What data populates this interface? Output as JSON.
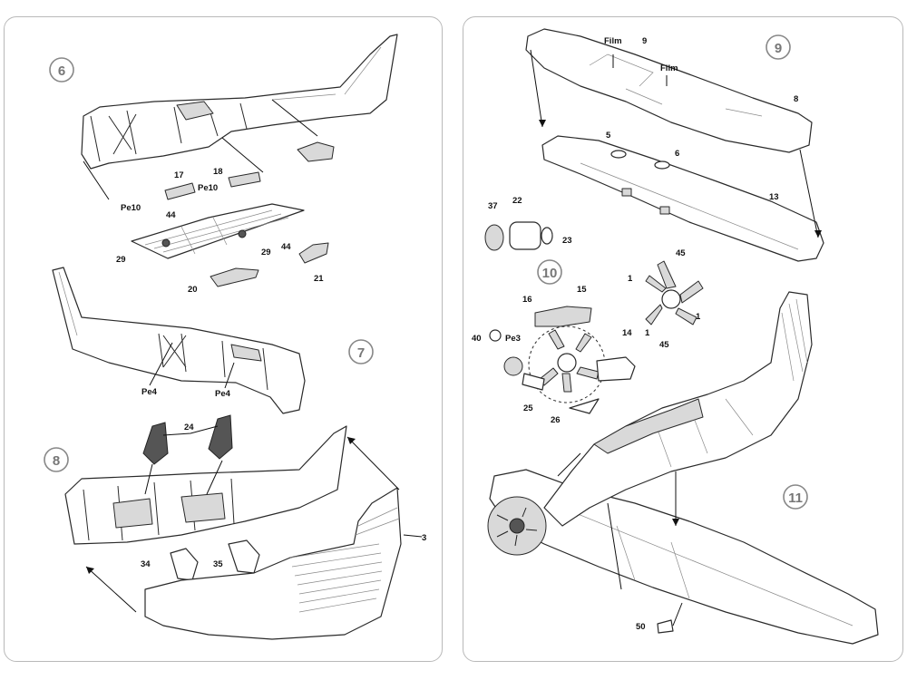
{
  "steps": [
    "6",
    "7",
    "8",
    "9",
    "10",
    "11"
  ],
  "labels": {
    "p17": "17",
    "p18": "18",
    "pe10a": "Pe10",
    "pe10b": "Pe10",
    "p44a": "44",
    "p44b": "44",
    "p29a": "29",
    "p29b": "29",
    "p20": "20",
    "p21": "21",
    "pe4a": "Pe4",
    "pe4b": "Pe4",
    "p24": "24",
    "p3": "3",
    "p34": "34",
    "p35": "35",
    "film1": "Film",
    "film2": "Film",
    "p9": "9",
    "p8": "8",
    "p5": "5",
    "p6": "6",
    "p13": "13",
    "p37": "37",
    "p22": "22",
    "p23": "23",
    "p16": "16",
    "p15": "15",
    "p14": "14",
    "p40": "40",
    "pe3": "Pe3",
    "p25": "25",
    "p26": "26",
    "p1a": "1",
    "p45a": "45",
    "p1b": "1",
    "p1c": "1",
    "p45b": "45",
    "p50": "50"
  },
  "colors": {
    "line": "#2a2a2a",
    "step_circle": "#888888",
    "panel_border": "#b9b9b9"
  }
}
